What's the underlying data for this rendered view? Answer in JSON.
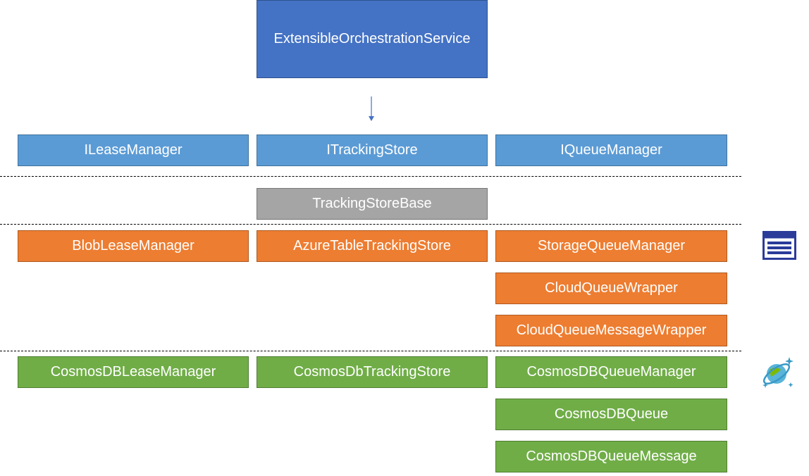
{
  "top": {
    "service": "ExtensibleOrchestrationService"
  },
  "interfaces": {
    "lease": "ILeaseManager",
    "tracking": "ITrackingStore",
    "queue": "IQueueManager"
  },
  "base": {
    "tracking_base": "TrackingStoreBase"
  },
  "azure_storage": {
    "lease": "BlobLeaseManager",
    "tracking": "AzureTableTrackingStore",
    "queue_manager": "StorageQueueManager",
    "queue_wrapper": "CloudQueueWrapper",
    "message_wrapper": "CloudQueueMessageWrapper",
    "icon": "storage-table-icon"
  },
  "cosmos": {
    "lease": "CosmosDBLeaseManager",
    "tracking": "CosmosDbTrackingStore",
    "queue_manager": "CosmosDBQueueManager",
    "queue": "CosmosDBQueue",
    "message": "CosmosDBQueueMessage",
    "icon": "cosmos-db-icon"
  },
  "colors": {
    "service": "#4472c4",
    "interface": "#5b9bd5",
    "base": "#a5a5a5",
    "storage": "#ed7d31",
    "cosmos": "#70ad47",
    "arrow": "#4472c4"
  }
}
